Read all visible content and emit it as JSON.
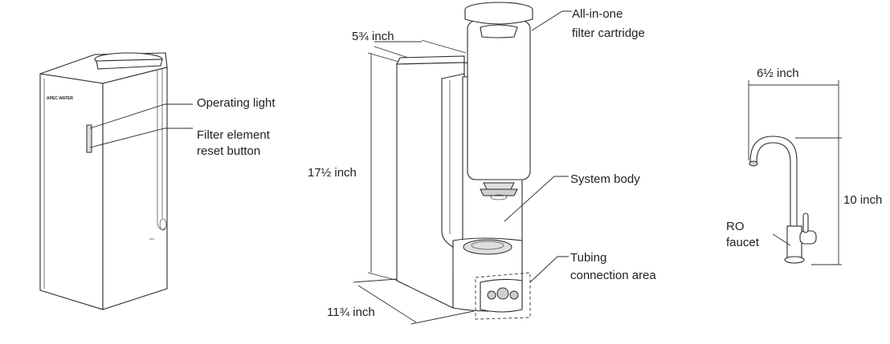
{
  "unit1": {
    "brand": "APEC WATER",
    "callouts": {
      "operating_light": "Operating light",
      "reset_line1": "Filter element",
      "reset_line2": "reset button"
    }
  },
  "unit2": {
    "dimensions": {
      "width": "5¾ inch",
      "height": "17½ inch",
      "depth": "11¾ inch"
    },
    "callouts": {
      "cartridge_line1": "All-in-one",
      "cartridge_line2": "filter cartridge",
      "system_body": "System body",
      "tubing_line1": "Tubing",
      "tubing_line2": "connection area"
    }
  },
  "faucet": {
    "dimensions": {
      "width": "6½ inch",
      "height": "10 inch"
    },
    "callouts": {
      "label_line1": "RO",
      "label_line2": "faucet"
    }
  }
}
